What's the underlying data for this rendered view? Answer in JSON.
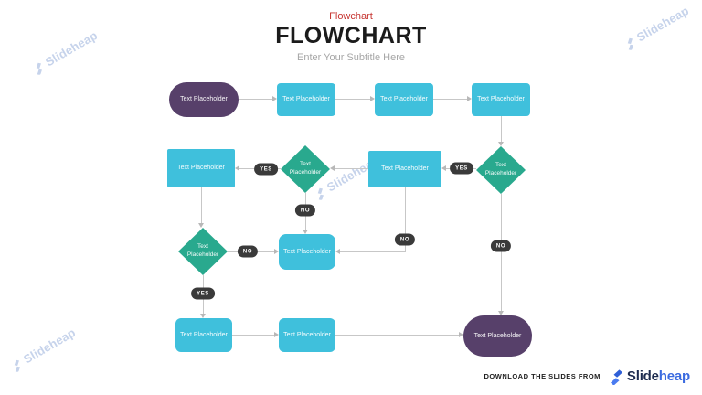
{
  "slide": {
    "eyebrow": "Flowchart",
    "title": "FLOWCHART",
    "subtitle": "Enter Your Subtitle Here"
  },
  "watermark": {
    "brand": "Slideheap"
  },
  "flowchart": {
    "node_label": "Text Placeholder",
    "decision_labels": [
      {
        "text": "YES"
      },
      {
        "text": "YES"
      },
      {
        "text": "NO"
      },
      {
        "text": "NO"
      },
      {
        "text": "NO"
      },
      {
        "text": "NO"
      },
      {
        "text": "YES"
      }
    ]
  },
  "footer": {
    "label": "DOWNLOAD THE SLIDES FROM",
    "brand_first": "Slide",
    "brand_second": "heap"
  },
  "colors": {
    "accent_red": "#c63430",
    "title_black": "#1b1b1b",
    "subtitle_gray": "#a6a6a6",
    "process_cyan": "#3fc0dc",
    "decision_green": "#29a98e",
    "terminator_purple": "#57406a",
    "label_pill_dark": "#3a3a3a",
    "connector_gray": "#c7c7c7",
    "brand_navy": "#1d2b4f",
    "brand_blue": "#3b6be0",
    "watermark_blue": "#8fa8d8"
  }
}
